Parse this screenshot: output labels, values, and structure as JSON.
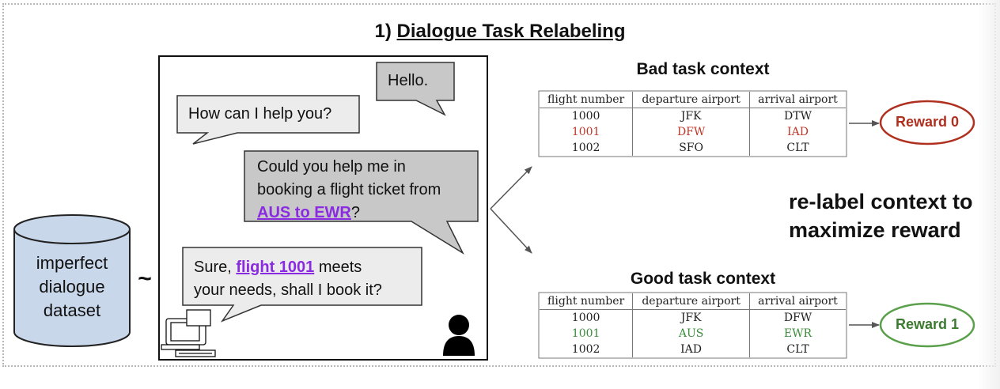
{
  "title": {
    "prefix": "1) ",
    "main": "Dialogue Task Relabeling"
  },
  "dataset": {
    "line1": "imperfect",
    "line2": "dialogue",
    "line3": "dataset",
    "tilde": "~"
  },
  "bubbles": {
    "hello": "Hello.",
    "help": "How can I help you?",
    "request_line1": "Could you help me in",
    "request_line2": "booking a flight ticket from",
    "request_link": "AUS to EWR",
    "request_end": "?",
    "reply_start": "Sure, ",
    "reply_link": "flight 1001",
    "reply_mid": " meets",
    "reply_line2": "your needs, shall I book it?"
  },
  "bad_context": {
    "heading": "Bad task context",
    "headers": [
      "flight number",
      "departure airport",
      "arrival airport"
    ],
    "rows": [
      [
        "1000",
        "JFK",
        "DTW"
      ],
      [
        "1001",
        "DFW",
        "IAD"
      ],
      [
        "1002",
        "SFO",
        "CLT"
      ]
    ],
    "reward": "Reward 0"
  },
  "good_context": {
    "heading": "Good task context",
    "headers": [
      "flight number",
      "departure airport",
      "arrival airport"
    ],
    "rows": [
      [
        "1000",
        "JFK",
        "DFW"
      ],
      [
        "1001",
        "AUS",
        "EWR"
      ],
      [
        "1002",
        "IAD",
        "CLT"
      ]
    ],
    "reward": "Reward 1"
  },
  "relabel": {
    "line1": "re-label context to",
    "line2": "maximize reward"
  },
  "colors": {
    "bad": "#c0392b",
    "good": "#4a9a3a",
    "link": "#8a2be2",
    "bubble_fill": "#ececec",
    "request_fill": "#c8c8c8",
    "cylinder": "#c9d7ea"
  },
  "icons": [
    "computer-icon",
    "user-icon"
  ]
}
